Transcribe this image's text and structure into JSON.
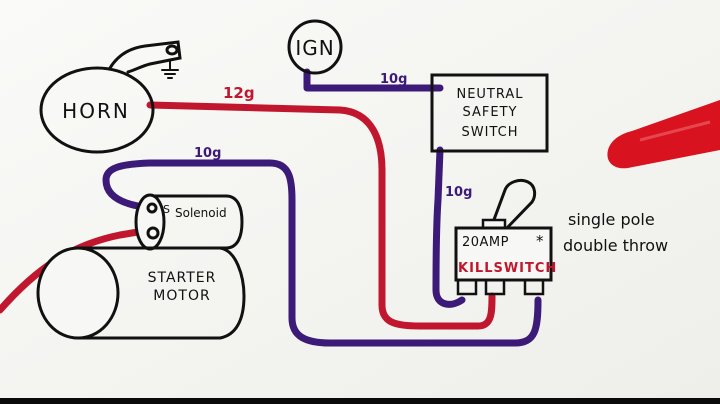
{
  "components": {
    "horn": {
      "label": "HORN"
    },
    "ignition": {
      "label": "IGN"
    },
    "neutral_switch": {
      "line1": "NEUTRAL",
      "line2": "SAFETY",
      "line3": "SWITCH"
    },
    "solenoid": {
      "label": "Solenoid",
      "terminal": "S"
    },
    "starter": {
      "line1": "STARTER",
      "line2": "MOTOR"
    },
    "kill_switch": {
      "rating": "20AMP",
      "star": "*",
      "label": "KILLSWITCH"
    }
  },
  "wires": {
    "horn_wire_gauge": "12g",
    "ign_wire_gauge": "10g",
    "solenoid_wire_gauge": "10g",
    "nss_to_kill_gauge": "10g"
  },
  "annotation": {
    "line1": "single pole",
    "line2": "double throw"
  },
  "colors": {
    "red_wire": "#c0172e",
    "blue_wire": "#3b1a78",
    "ink": "#111111",
    "paper": "#f7f7f5",
    "marker": "#d8121f"
  }
}
